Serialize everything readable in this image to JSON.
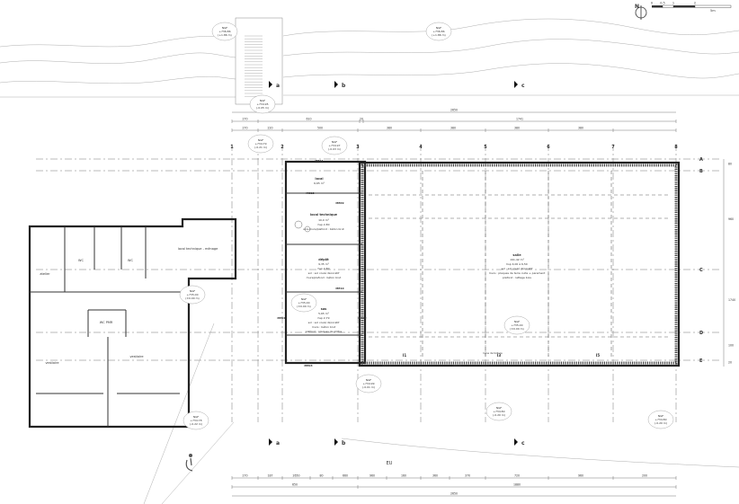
{
  "north": {
    "letter": "N"
  },
  "scale_bar": {
    "ticks": [
      "0",
      "0.5",
      "1",
      "2"
    ],
    "unit": "5m"
  },
  "grid_columns": [
    "1",
    "1",
    "2",
    "3",
    "4",
    "5",
    "6",
    "7",
    "8"
  ],
  "grid_rows": [
    "A",
    "B",
    "C",
    "D",
    "E"
  ],
  "sections": {
    "top": [
      "a",
      "b",
      "c"
    ],
    "bottom": [
      "a",
      "b",
      "c"
    ]
  },
  "ngf_tags": [
    {
      "name": "ngf-top-left",
      "l1": "NGF",
      "l2": "+736.86",
      "l3": "(+1.86 m)"
    },
    {
      "name": "ngf-top-right",
      "l1": "NGF",
      "l2": "+736.86",
      "l3": "(+1.86 m)"
    },
    {
      "name": "ngf-upper-stair",
      "l1": "NGF",
      "l2": "+734.95",
      "l3": "(-0.05 m)"
    },
    {
      "name": "ngf-entry",
      "l1": "NGF",
      "l2": "+734.97",
      "l3": "(-0.03 m)"
    },
    {
      "name": "ngf-vestiaire",
      "l1": "NGF",
      "l2": "+735.00",
      "l3": "(±0.00 m)"
    },
    {
      "name": "ngf-sas",
      "l1": "NGF",
      "l2": "+735.00",
      "l3": "(±0.00 m)"
    },
    {
      "name": "ngf-salle",
      "l1": "NGF",
      "l2": "+735.00",
      "l3": "(±0.00 m)"
    },
    {
      "name": "ngf-outside-a",
      "l1": "NGF",
      "l2": "+734.99",
      "l3": "(-0.01 m)"
    },
    {
      "name": "ngf-bottom-left",
      "l1": "NGF",
      "l2": "+734.78",
      "l3": "(-0.22 m)"
    },
    {
      "name": "ngf-bottom-mid",
      "l1": "NGF",
      "l2": "+734.80",
      "l3": "(-0.20 m)"
    },
    {
      "name": "ngf-bottom-right",
      "l1": "NGF",
      "l2": "+734.80",
      "l3": "(-0.20 m)"
    },
    {
      "name": "ngf-east",
      "l1": "NGF",
      "l2": "+734.79",
      "l3": "(-0.21 m)"
    }
  ],
  "rooms": {
    "local": {
      "name": "local",
      "area": "6,65 m²"
    },
    "local_technique": {
      "name": "local technique",
      "area": "10,0 m²",
      "hsp": "hsp 2,80",
      "desc": "sol+murs/plafond : béton brut"
    },
    "depot": {
      "name": "dépôt",
      "area": "9,35 m²",
      "hsp": "hsp 2,80",
      "desc": "sol : sol coulé décoratif",
      "desc2": "murs/plafond : béton brut"
    },
    "sas": {
      "name": "sas",
      "area": "5,65 m²",
      "hsp": "hsp 2,79",
      "desc": "sol : sol coulé décoratif",
      "desc2": "murs : béton brut",
      "desc3": "plafond : plaques de plâtre"
    },
    "salle": {
      "name": "salle",
      "area": "191,42 m²",
      "hsp": "hsp 4,00 à 6,50",
      "desc": "sol : sol coulé décoratif",
      "desc2": "murs : plaques de terre cuite + parement",
      "desc3": "plafond : lattage bois"
    },
    "local_menage": {
      "name": "local technique - ménage"
    },
    "vestiaire_1": {
      "name": "vestiaire"
    },
    "vestiaire_2": {
      "name": "vestiaire"
    },
    "atelier": {
      "name": "atelier"
    },
    "wc_1": {
      "name": "WC"
    },
    "wc_2": {
      "name": "WC"
    },
    "wc_pmr": {
      "name": "WC PMR"
    }
  },
  "door_tags": [
    "ME01",
    "ME02",
    "ME03",
    "ME04",
    "ME05",
    "ME06",
    "ME07",
    "ME08",
    "ME09",
    "ME10",
    "ME11",
    "ME12"
  ],
  "window_tags": [
    "I1",
    "I3",
    "I5"
  ],
  "labels": {
    "eu": "EU",
    "salle_line": "ligne de toiture"
  },
  "dimensions": {
    "top_total": "2650",
    "top_row1": [
      "270",
      "610",
      "20",
      "1741"
    ],
    "top_row2": [
      "270",
      "220",
      "500",
      "380",
      "380",
      "380",
      "380"
    ],
    "bottom_row1": [
      "270",
      "187",
      "2650",
      "80",
      "660",
      "960",
      "160",
      "360",
      "370",
      "720",
      "960",
      "200"
    ],
    "bottom_row2": [
      "650",
      "1880"
    ],
    "bottom_total": "2650",
    "right": [
      "80",
      "960",
      "1740",
      "100",
      "20"
    ]
  }
}
